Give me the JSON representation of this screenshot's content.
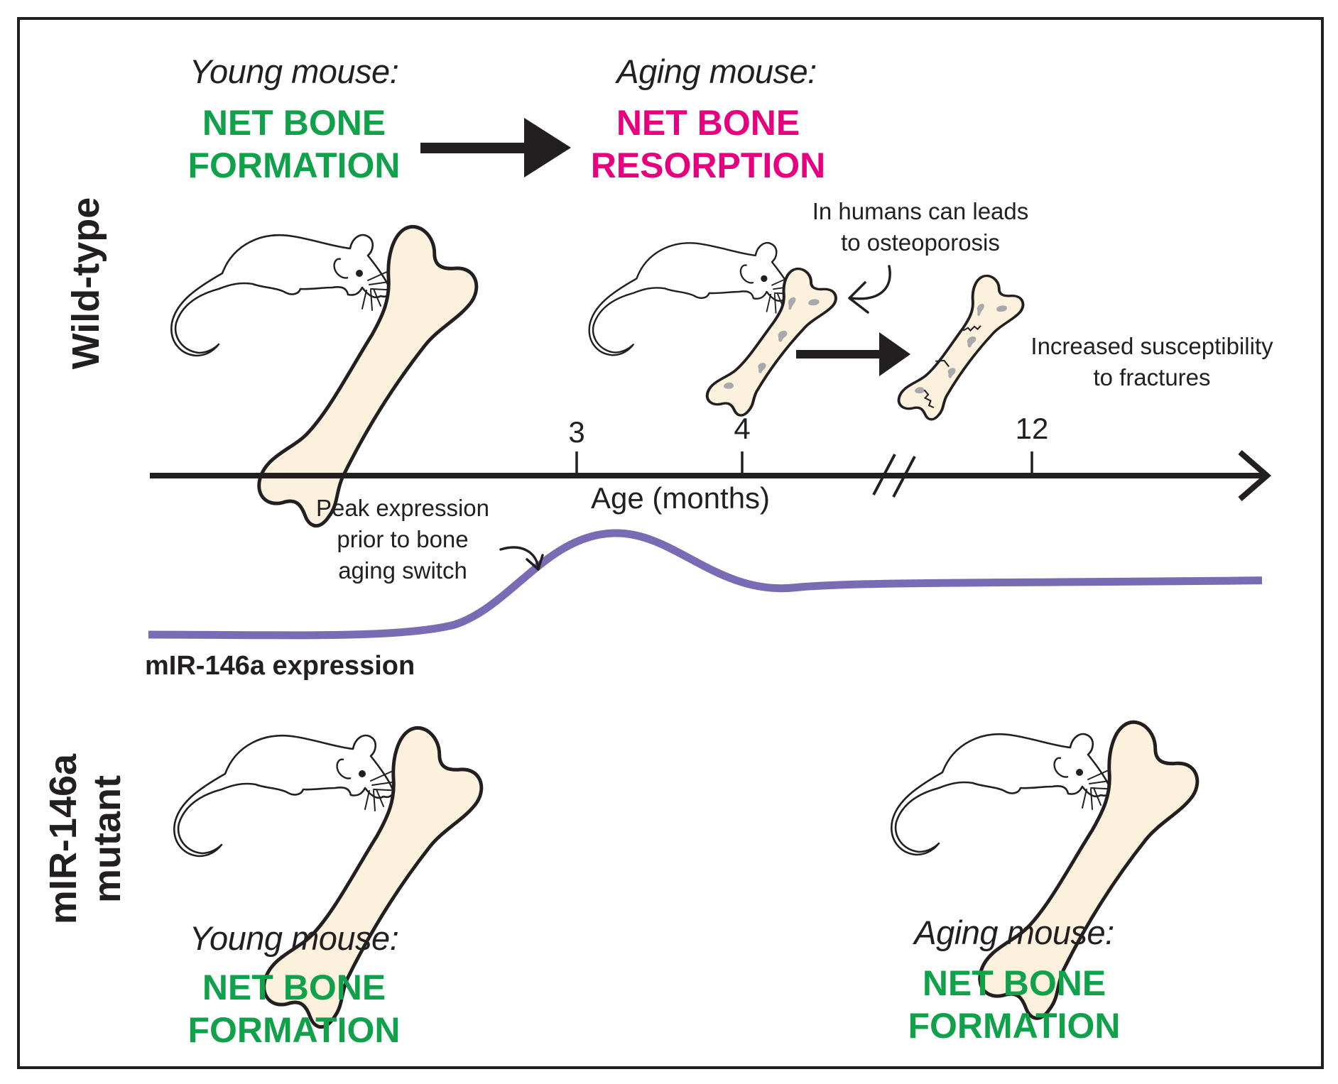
{
  "colors": {
    "formation_green": "#12a14b",
    "resorption_magenta": "#e6007e",
    "expression_purple": "#7a6bb5",
    "bone_fill": "#fbf1dd",
    "bone_spot": "#a7a9ac",
    "ink": "#231f20"
  },
  "wild_type": {
    "row_label": "Wild-type",
    "young": {
      "heading": "Young mouse:",
      "status_line1": "NET BONE",
      "status_line2": "FORMATION"
    },
    "aging": {
      "heading": "Aging mouse:",
      "status_line1": "NET BONE",
      "status_line2": "RESORPTION"
    },
    "osteoporosis_note": {
      "line1": "In humans can leads",
      "line2": "to osteoporosis"
    },
    "fracture_note": {
      "line1": "Increased susceptibility",
      "line2": "to fractures"
    }
  },
  "timeline": {
    "axis_title": "Age (months)",
    "ticks": [
      {
        "label": "3",
        "months": 3
      },
      {
        "label": "4",
        "months": 4
      },
      {
        "label": "12",
        "months": 12
      }
    ],
    "has_axis_break": true
  },
  "expression": {
    "label": "mIR-146a expression",
    "peak_note": {
      "line1": "Peak expression",
      "line2": "prior to bone",
      "line3": "aging switch"
    },
    "profile": [
      {
        "stage": "young baseline",
        "relative_level": 0.0
      },
      {
        "stage": "peak just after 3 months",
        "relative_level": 1.0
      },
      {
        "stage": "aging plateau",
        "relative_level": 0.52
      }
    ]
  },
  "mutant": {
    "row_label_line1": "mIR-146a",
    "row_label_line2": "mutant",
    "young": {
      "heading": "Young mouse:",
      "status_line1": "NET BONE",
      "status_line2": "FORMATION"
    },
    "aging": {
      "heading": "Aging mouse:",
      "status_line1": "NET BONE",
      "status_line2": "FORMATION"
    }
  }
}
